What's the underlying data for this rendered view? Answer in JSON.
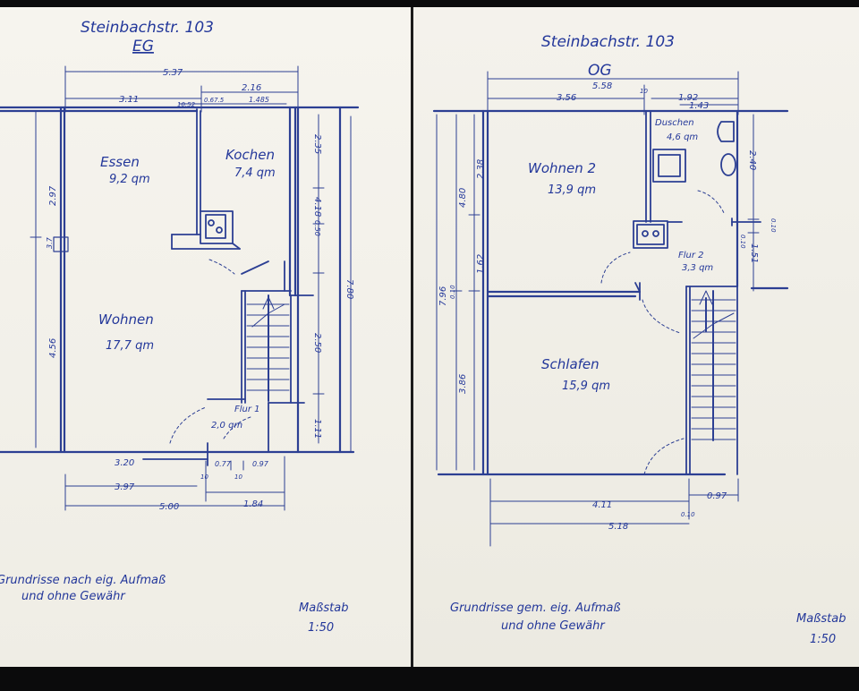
{
  "eg": {
    "title": "Steinbachstr. 103",
    "level": "EG",
    "rooms": [
      {
        "name": "Essen",
        "area": "9,2 qm"
      },
      {
        "name": "Kochen",
        "area": "7,4 qm"
      },
      {
        "name": "Wohnen",
        "area": "17,7 qm"
      },
      {
        "name": "Flur 1",
        "area": "2,0 qm"
      }
    ],
    "dims": [
      "5.37",
      "3.11",
      "2.16",
      "10.52",
      "0.67.5",
      "1.485",
      "2.97",
      "3.7",
      "4.56",
      "2.35",
      "4.18",
      "0.50",
      "2.50",
      "1.11",
      "7.80",
      "3.20",
      "0.77",
      "0.97",
      "3.97",
      "5.00",
      "1.84",
      "10",
      "10"
    ],
    "footer": "Grundrisse nach eig. Aufmaß\nund ohne Gewähr",
    "scale_label": "Maßstab",
    "scale_value": "1:50"
  },
  "og": {
    "title": "Steinbachstr. 103",
    "level": "OG",
    "rooms": [
      {
        "name": "Wohnen 2",
        "area": "13,9 qm"
      },
      {
        "name": "Duschen",
        "area": "4,6 qm"
      },
      {
        "name": "Flur 2",
        "area": "3,3 qm"
      },
      {
        "name": "Schlafen",
        "area": "15,9 qm"
      }
    ],
    "dims": [
      "5.58",
      "3.56",
      "10",
      "1.92",
      "1.43",
      "2.38",
      "4.80",
      "1.62",
      "7.96",
      "0.10",
      "3.86",
      "2.40",
      "0.10",
      "1.51",
      "0.10",
      "4.11",
      "0.10",
      "0.97",
      "5.18"
    ],
    "footer": "Grundrisse gem. eig. Aufmaß\nund ohne Gewähr",
    "scale_label": "Maßstab",
    "scale_value": "1:50"
  },
  "colors": {
    "ink": "#2c3f93",
    "paper": "#f3f1ea",
    "frame": "#0b0b0c"
  }
}
